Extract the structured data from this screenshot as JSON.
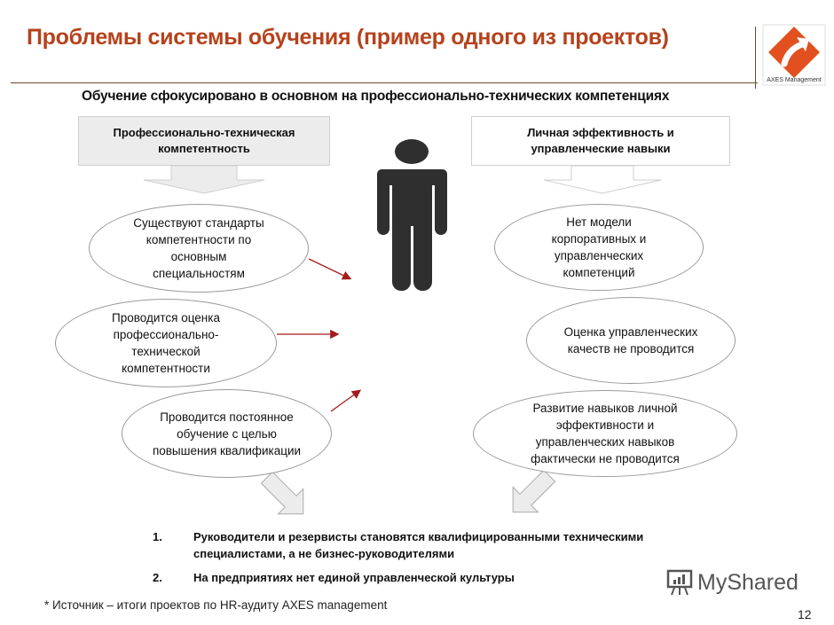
{
  "slide": {
    "title": "Проблемы системы обучения (пример одного из проектов)",
    "subtitle": "Обучение сфокусировано в основном на профессионально-технических компетенциях",
    "logo": {
      "icon": "axes-diamond-arrow-logo",
      "text": "AXES Management",
      "color": "#E2501F"
    },
    "colors": {
      "title": "#B5421C",
      "arrow": "#A31B1B",
      "figure": "#2f2f2f",
      "block_arrow_fill": "#ececec"
    }
  },
  "categories": {
    "left": {
      "label": "Профессионально-техническая компетентность"
    },
    "right": {
      "label": "Личная эффективность и управленческие навыки"
    }
  },
  "left_items": [
    {
      "text": "Существуют стандарты компетентности по основным специальностям"
    },
    {
      "text": "Проводится оценка профессионально-технической компетентности"
    },
    {
      "text": "Проводится постоянное обучение с целью повышения квалификации"
    }
  ],
  "right_items": [
    {
      "text": "Нет модели корпоративных и управленческих компетенций"
    },
    {
      "text": "Оценка управленческих качеств не проводится"
    },
    {
      "text": "Развитие навыков личной эффективности и управленческих навыков фактически не проводится"
    }
  ],
  "conclusions": [
    {
      "num": "1.",
      "text": "Руководители и резервисты становятся квалифицированными техническими специалистами, а не бизнес-руководителями"
    },
    {
      "num": "2.",
      "text": "На предприятиях нет единой управленческой культуры"
    }
  ],
  "footnote": "* Источник – итоги  проектов по HR-аудиту AXES management",
  "watermark": {
    "icon": "presentation-chart-icon",
    "text": "MyShared"
  },
  "page_number": "12"
}
